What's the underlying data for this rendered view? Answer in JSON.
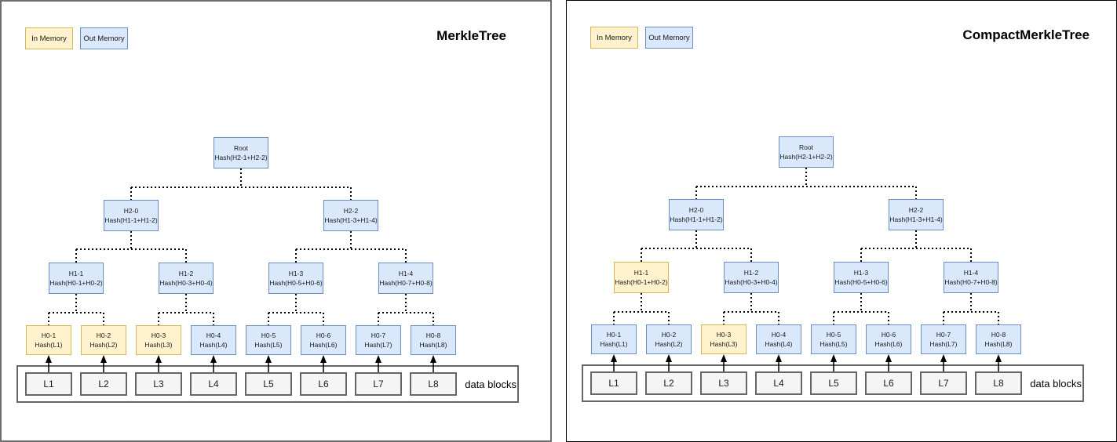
{
  "colors": {
    "in_memory_fill": "#FFF2CC",
    "in_memory_border": "#D6B656",
    "out_memory_fill": "#DAE8FC",
    "out_memory_border": "#6C8EBF",
    "data_block_fill": "#F5F5F5",
    "data_block_border": "#666666",
    "connector": "#000000"
  },
  "legend": {
    "in_memory": "In Memory",
    "out_memory": "Out Memory"
  },
  "data_blocks_label": "data blocks",
  "tree": {
    "levels": [
      {
        "name": "root",
        "nodes": [
          {
            "label": "Root",
            "sub": "Hash(H2-1+H2-2)"
          }
        ]
      },
      {
        "name": "level-2",
        "nodes": [
          {
            "label": "H2-0",
            "sub": "Hash(H1-1+H1-2)"
          },
          {
            "label": "H2-2",
            "sub": "Hash(H1-3+H1-4)"
          }
        ]
      },
      {
        "name": "level-1",
        "nodes": [
          {
            "label": "H1-1",
            "sub": "Hash(H0-1+H0-2)"
          },
          {
            "label": "H1-2",
            "sub": "Hash(H0-3+H0-4)"
          },
          {
            "label": "H1-3",
            "sub": "Hash(H0-5+H0-6)"
          },
          {
            "label": "H1-4",
            "sub": "Hash(H0-7+H0-8)"
          }
        ]
      },
      {
        "name": "level-0",
        "nodes": [
          {
            "label": "H0-1",
            "sub": "Hash(L1)"
          },
          {
            "label": "H0-2",
            "sub": "Hash(L2)"
          },
          {
            "label": "H0-3",
            "sub": "Hash(L3)"
          },
          {
            "label": "H0-4",
            "sub": "Hash(L4)"
          },
          {
            "label": "H0-5",
            "sub": "Hash(L5)"
          },
          {
            "label": "H0-6",
            "sub": "Hash(L6)"
          },
          {
            "label": "H0-7",
            "sub": "Hash(L7)"
          },
          {
            "label": "H0-8",
            "sub": "Hash(L8)"
          }
        ]
      }
    ],
    "blocks": [
      "L1",
      "L2",
      "L3",
      "L4",
      "L5",
      "L6",
      "L7",
      "L8"
    ]
  },
  "panels": [
    {
      "title": "MerkleTree",
      "in_memory_nodes": [
        "H0-1",
        "H0-2",
        "H0-3"
      ]
    },
    {
      "title": "CompactMerkleTree",
      "in_memory_nodes": [
        "H1-1",
        "H0-3"
      ]
    }
  ]
}
